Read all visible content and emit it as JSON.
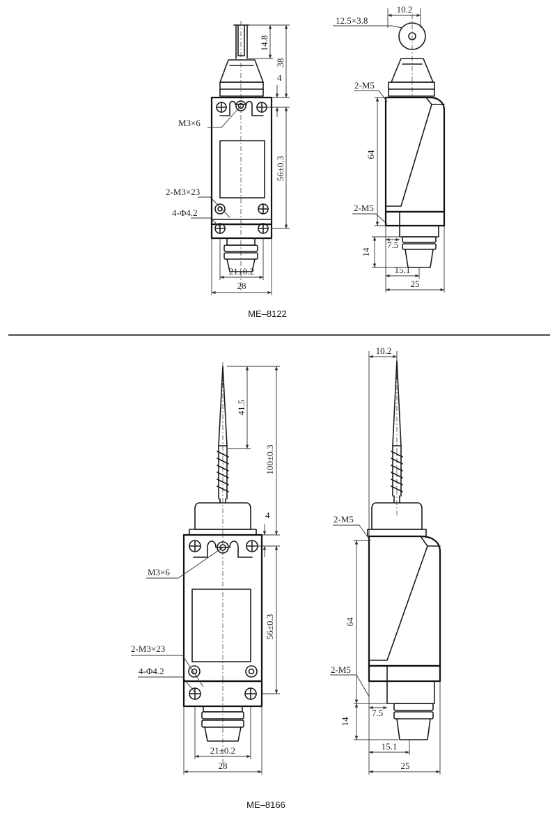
{
  "models": [
    {
      "caption": "ME–8122",
      "front": {
        "dims": {
          "top_h": "14.8",
          "total": "38",
          "offset": "4",
          "hole_pitch": "56±0.3",
          "width_inner": "21±0.2",
          "width": "28"
        },
        "callouts": {
          "screw_top": "M3×6",
          "screw_mount": "2-M3×23",
          "holes": "4-Φ4.2"
        }
      },
      "side": {
        "dims": {
          "roller": "12.5×3.8",
          "width_top": "10.2",
          "height": "64",
          "bottom": "14",
          "gap": "7.5",
          "depth_inner": "15.1",
          "depth": "25"
        },
        "callouts": {
          "thread_top": "2-M5",
          "thread_bottom": "2-M5"
        }
      }
    },
    {
      "caption": "ME–8166",
      "front": {
        "dims": {
          "top_h": "41.5",
          "total": "100±0.3",
          "offset": "4",
          "hole_pitch": "56±0.3",
          "width_inner": "21±0.2",
          "width": "28"
        },
        "callouts": {
          "screw_top": "M3×6",
          "screw_mount": "2-M3×23",
          "holes": "4-Φ4.2"
        }
      },
      "side": {
        "dims": {
          "width_top": "10.2",
          "height": "64",
          "bottom": "14",
          "gap": "7.5",
          "depth_inner": "15.1",
          "depth": "25"
        },
        "callouts": {
          "thread_top": "2-M5",
          "thread_bottom": "2-M5"
        }
      }
    }
  ]
}
